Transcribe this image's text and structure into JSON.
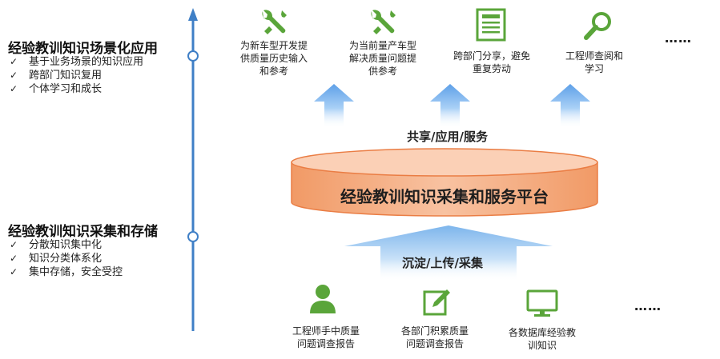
{
  "left_panel": {
    "top_heading": "经验教训知识场景化应用",
    "top_items": [
      "基于业务场景的知识应用",
      "跨部门知识复用",
      "个体学习和成长"
    ],
    "bottom_heading": "经验教训知识采集和存储",
    "bottom_items": [
      "分散知识集中化",
      "知识分类体系化",
      "集中存储，安全受控"
    ]
  },
  "applications": [
    {
      "icon": "wrench-screwdriver-icon",
      "caption": [
        "为新车型开发提",
        "供质量历史输入",
        "和参考"
      ]
    },
    {
      "icon": "wrench-screwdriver-icon",
      "caption": [
        "为当前量产车型",
        "解决质量问题提",
        "供参考"
      ]
    },
    {
      "icon": "document-icon",
      "caption": [
        "跨部门分享，避免",
        "重复劳动"
      ]
    },
    {
      "icon": "magnifier-icon",
      "caption": [
        "工程师查阅和",
        "学习"
      ]
    }
  ],
  "top_ellipsis": "……",
  "share_label": "共享/应用/服务",
  "platform_title": "经验教训知识采集和服务平台",
  "collect_label": "沉淀/上传/采集",
  "sources": [
    {
      "icon": "person-icon",
      "caption": [
        "工程师手中质量",
        "问题调查报告"
      ]
    },
    {
      "icon": "edit-icon",
      "caption": [
        "各部门积累质量",
        "问题调查报告"
      ]
    },
    {
      "icon": "monitor-icon",
      "caption": [
        "各数据库经验教",
        "训知识"
      ]
    }
  ],
  "bottom_ellipsis": "……",
  "colors": {
    "axis": "#3f7fc6",
    "icon_green": "#5aa53a",
    "platform_fill": "#f6b187",
    "platform_top": "#fbd0b6",
    "platform_edge": "#ea7d44",
    "arrow_blue": "#7fb7ee"
  }
}
